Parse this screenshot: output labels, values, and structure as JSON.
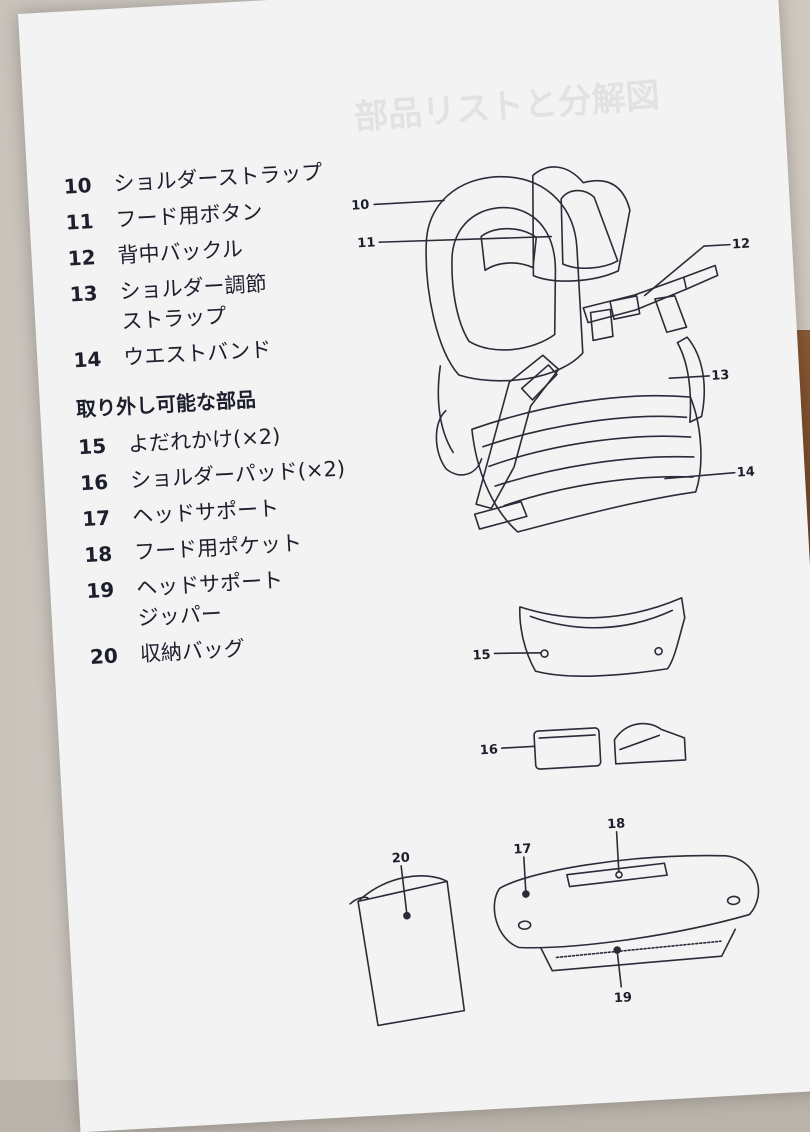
{
  "parts": [
    {
      "number": "10",
      "label": "ショルダーストラップ"
    },
    {
      "number": "11",
      "label": "フード用ボタン"
    },
    {
      "number": "12",
      "label": "背中バックル"
    },
    {
      "number": "13",
      "label": "ショルダー調節\nストラップ"
    },
    {
      "number": "14",
      "label": "ウエストバンド"
    }
  ],
  "removable_heading": "取り外し可能な部品",
  "removable_parts": [
    {
      "number": "15",
      "label": "よだれかけ(×2)"
    },
    {
      "number": "16",
      "label": "ショルダーパッド(×2)"
    },
    {
      "number": "17",
      "label": "ヘッドサポート"
    },
    {
      "number": "18",
      "label": "フード用ポケット"
    },
    {
      "number": "19",
      "label": "ヘッドサポート\nジッパー"
    },
    {
      "number": "20",
      "label": "収納バッグ"
    }
  ],
  "callouts": {
    "c10": "10",
    "c11": "11",
    "c12": "12",
    "c13": "13",
    "c14": "14",
    "c15": "15",
    "c16": "16",
    "c17": "17",
    "c18": "18",
    "c19": "19",
    "c20": "20"
  },
  "colors": {
    "paper": "#f3f3f4",
    "ink": "#1d1f2c"
  }
}
